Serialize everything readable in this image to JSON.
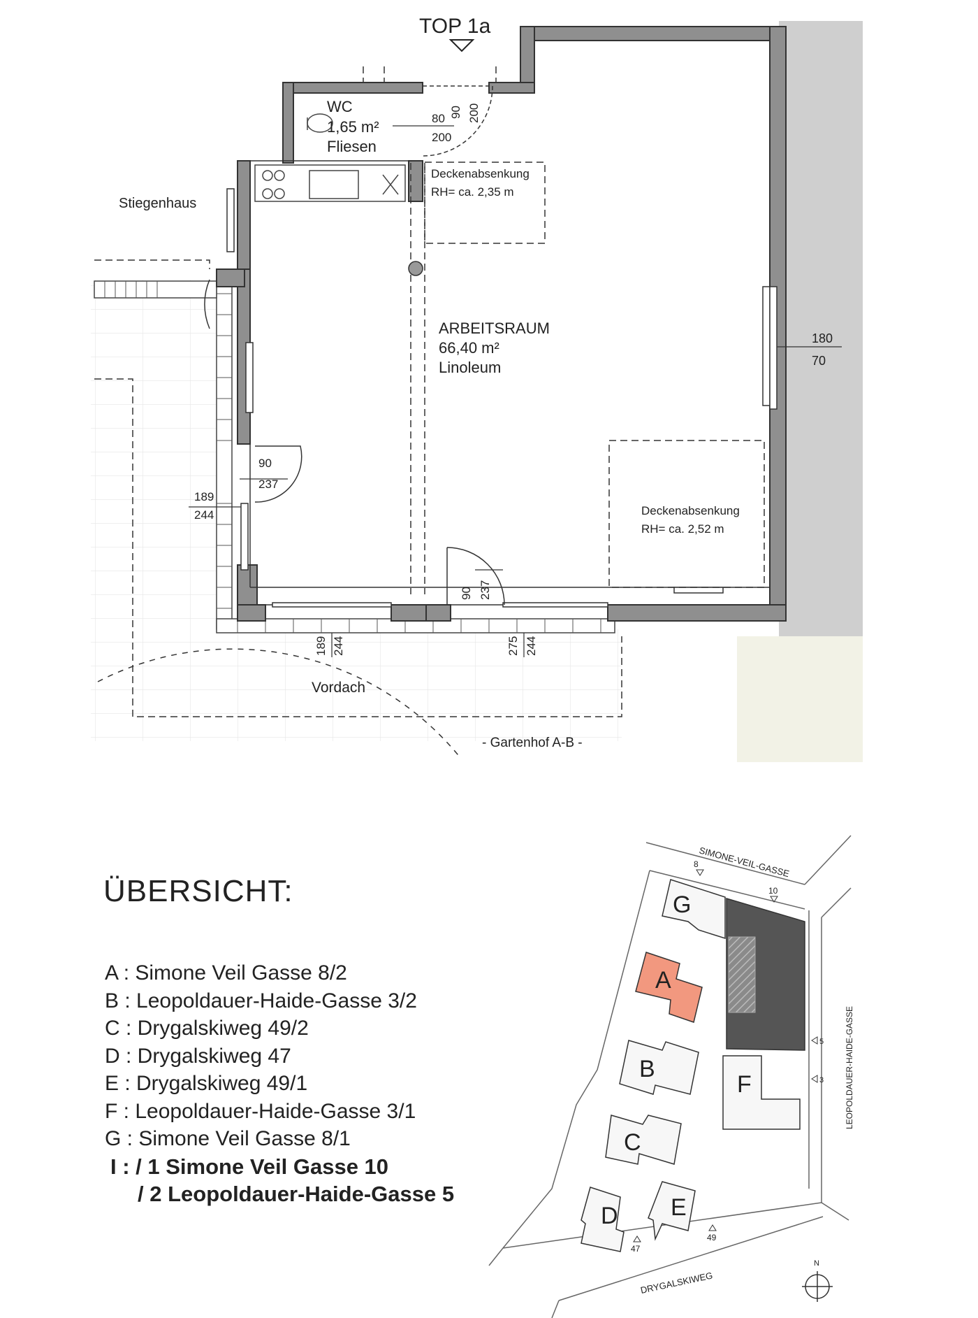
{
  "plan": {
    "unit": "TOP 1a",
    "wc": {
      "name": "WC",
      "area": "1,65 m²",
      "floor": "Fliesen"
    },
    "main_room": {
      "name": "ARBEITSRAUM",
      "area": "66,40 m²",
      "floor": "Linoleum"
    },
    "ceiling1": {
      "label": "Deckenabsenkung",
      "height": "RH= ca. 2,35 m"
    },
    "ceiling2": {
      "label": "Deckenabsenkung",
      "height": "RH= ca. 2,52 m"
    },
    "stairwell": "Stiegenhaus",
    "canopy": "Vordach",
    "courtyard": "- Gartenhof A-B -",
    "dims": {
      "wc_door_top": "80",
      "wc_door_bottom": "200",
      "wc_v1": "90",
      "wc_v2": "200",
      "east_window_top": "180",
      "east_window_bottom": "70",
      "west_door_top": "90",
      "west_door_bottom": "237",
      "west_window_top": "189",
      "west_window_bottom": "244",
      "south_door_1": "90",
      "south_door_2": "237",
      "south_win1_a": "189",
      "south_win1_b": "244",
      "south_win2_a": "275",
      "south_win2_b": "244"
    }
  },
  "overview": {
    "title": "ÜBERSICHT:",
    "legend": [
      "A : Simone Veil Gasse 8/2",
      "B : Leopoldauer-Haide-Gasse 3/2",
      "C : Drygalskiweg 49/2",
      "D : Drygalskiweg 47",
      "E : Drygalskiweg 49/1",
      "F : Leopoldauer-Haide-Gasse 3/1",
      "G : Simone Veil Gasse 8/1"
    ],
    "legend_bold": [
      "I : / 1 Simone Veil Gasse 10",
      "/ 2 Leopoldauer-Haide-Gasse 5"
    ],
    "map": {
      "street_north": "SIMONE-VEIL-GASSE",
      "street_east": "LEOPOLDAUER-HAIDE-GASSE",
      "street_south": "DRYGALSKIWEG",
      "north": "N",
      "buildings": [
        "G",
        "A",
        "B",
        "F",
        "C",
        "D",
        "E"
      ],
      "house_numbers": [
        "8",
        "10",
        "5",
        "3",
        "47",
        "49"
      ],
      "highlight_color": "#f2987f",
      "block_color": "#555555"
    }
  }
}
